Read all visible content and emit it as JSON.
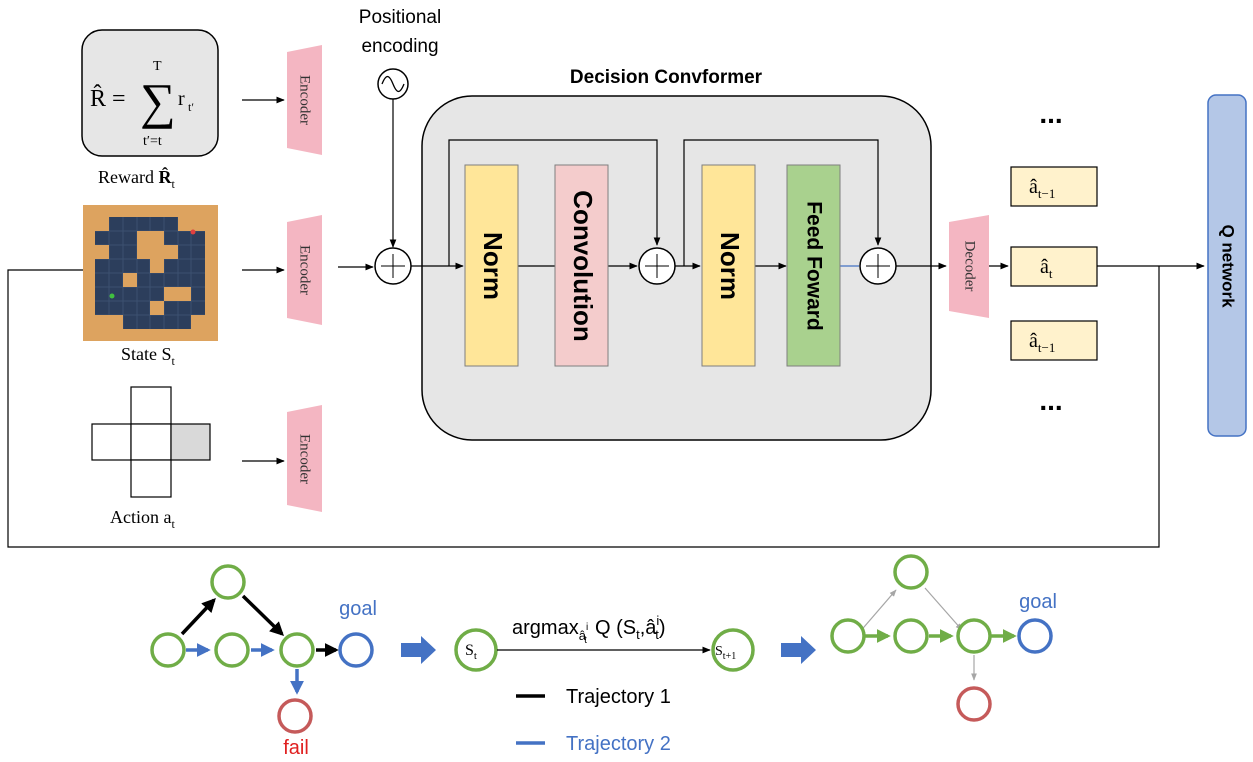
{
  "reward": {
    "formula_lhs": "R̂ =",
    "sum_top": "T",
    "sum_symbol": "∑",
    "sum_bottom": "t′=t",
    "sum_term": "r",
    "sum_term_sub": "t′",
    "caption": "Reward ",
    "caption_symbol": "R̂",
    "caption_sub": "t"
  },
  "state": {
    "caption": "State S",
    "caption_sub": "t"
  },
  "action": {
    "caption": "Action a",
    "caption_sub": "t"
  },
  "encoder_label": "Encoder",
  "decoder_label": "Decoder",
  "positional": {
    "line1": "Positional",
    "line2": "encoding"
  },
  "block": {
    "title": "Decision Convformer",
    "norm1": "Norm",
    "conv": "Convolution",
    "norm2": "Norm",
    "ff": "Feed Foward"
  },
  "outputs": {
    "ellipsis": "...",
    "prev_top": "â",
    "prev_top_sub": "t−1",
    "current": "â",
    "current_sub": "t",
    "prev_bottom": "â",
    "prev_bottom_sub": "t−1"
  },
  "qnetwork": "Q network",
  "bottom": {
    "goal": "goal",
    "fail": "fail",
    "argmax": "argmax",
    "argmax_sub": "â",
    "argmax_sub_sup": "i",
    "argmax_sub_sub": "t",
    "q_expr": "Q (S",
    "q_expr_sub": "t",
    "q_expr_mid": ",â",
    "q_expr_sup": "i",
    "q_expr_sub2": "t",
    "q_expr_end": ")",
    "st": "S",
    "st_sub": "t",
    "st1": "S",
    "st1_sub": "t+1",
    "traj1": "Trajectory 1",
    "traj2": "Trajectory 2"
  },
  "colors": {
    "norm": "#FFE699",
    "conv": "#F4CCCC",
    "ff": "#A9D18E",
    "encoder": "#F4B6C2",
    "qnet": "#B4C7E7",
    "output_box": "#FFF2CC",
    "block_bg": "#E6E6E6",
    "green": "#70AD47",
    "blue": "#4472C4",
    "red": "#C55A5A",
    "goal_text": "#4472C4",
    "fail_text": "#E02020"
  }
}
